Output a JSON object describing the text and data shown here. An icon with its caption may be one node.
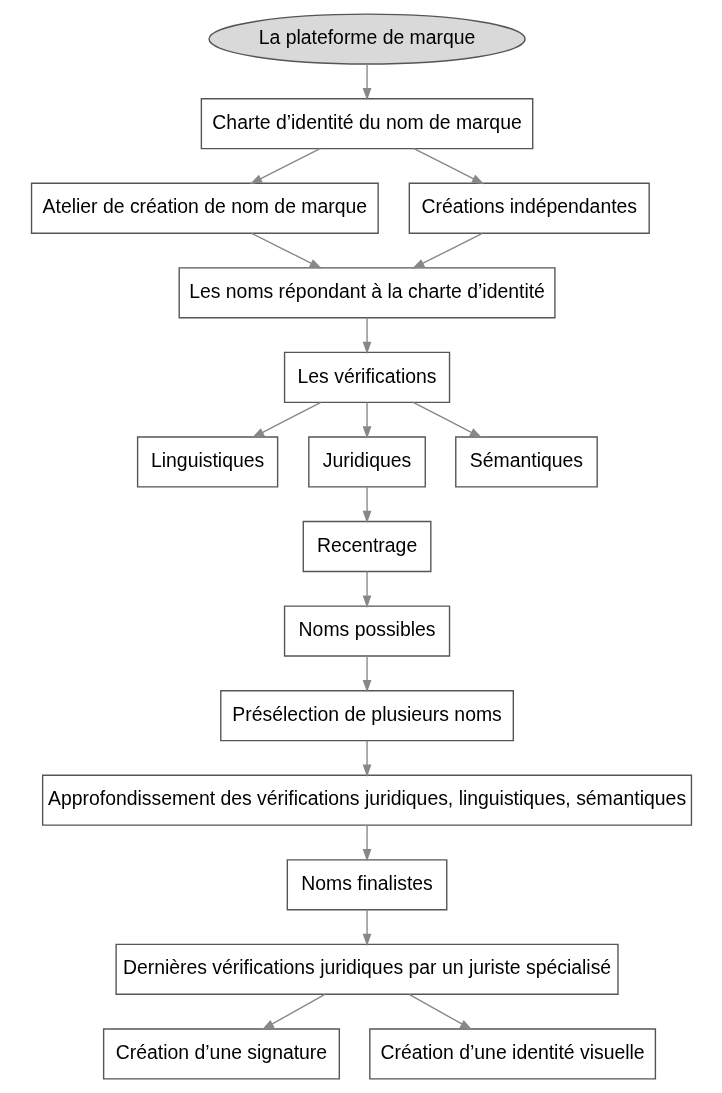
{
  "diagram": {
    "nodes": [
      {
        "text": [
          "La plateforme de marque"
        ]
      },
      {
        "text": [
          "Charte d’identité du nom de marque"
        ]
      },
      {
        "text": [
          "Atelier de création de nom de marque"
        ]
      },
      {
        "text": [
          "Créations indépendantes"
        ]
      },
      {
        "text": [
          "Les noms répondant à la charte d’identité"
        ]
      },
      {
        "text": [
          "Les vérifications"
        ]
      },
      {
        "text": [
          "Linguistiques"
        ]
      },
      {
        "text": [
          "Juridiques"
        ]
      },
      {
        "text": [
          "Sémantiques"
        ]
      },
      {
        "text": [
          "Recentrage"
        ]
      },
      {
        "text": [
          "Noms possibles"
        ]
      },
      {
        "text": [
          "Présélection de plusieurs noms"
        ]
      },
      {
        "text": [
          "Approfondissement des vérifications juridiques, linguistiques, sémantiques"
        ]
      },
      {
        "text": [
          "Noms finalistes"
        ]
      },
      {
        "text": [
          "Dernières vérifications juridiques par un juriste spécialisé"
        ]
      },
      {
        "text": [
          "Création d’une signature"
        ]
      },
      {
        "text": [
          "Création d’une identité visuelle"
        ]
      }
    ],
    "edges": [
      {
        "from": 0,
        "to": 1,
        "arrow": "to"
      },
      {
        "from": 1,
        "to": 2,
        "arrow": "to"
      },
      {
        "from": 1,
        "to": 3,
        "arrow": "to"
      },
      {
        "from": 2,
        "to": 4,
        "arrow": "to"
      },
      {
        "from": 3,
        "to": 4,
        "arrow": "to"
      },
      {
        "from": 4,
        "to": 5,
        "arrow": "to"
      },
      {
        "from": 5,
        "to": 6,
        "arrow": "to"
      },
      {
        "from": 5,
        "to": 7,
        "arrow": "to"
      },
      {
        "from": 5,
        "to": 8,
        "arrow": "to"
      },
      {
        "from": 7,
        "to": 9,
        "arrow": "to"
      },
      {
        "from": 9,
        "to": 10,
        "arrow": "to"
      },
      {
        "from": 10,
        "to": 11,
        "arrow": "to"
      },
      {
        "from": 11,
        "to": 12,
        "arrow": "to"
      },
      {
        "from": 12,
        "to": 13,
        "arrow": "to"
      },
      {
        "from": 13,
        "to": 14,
        "arrow": "to"
      },
      {
        "from": 14,
        "to": 15,
        "arrow": "to"
      },
      {
        "from": 14,
        "to": 16,
        "arrow": "to"
      }
    ]
  }
}
